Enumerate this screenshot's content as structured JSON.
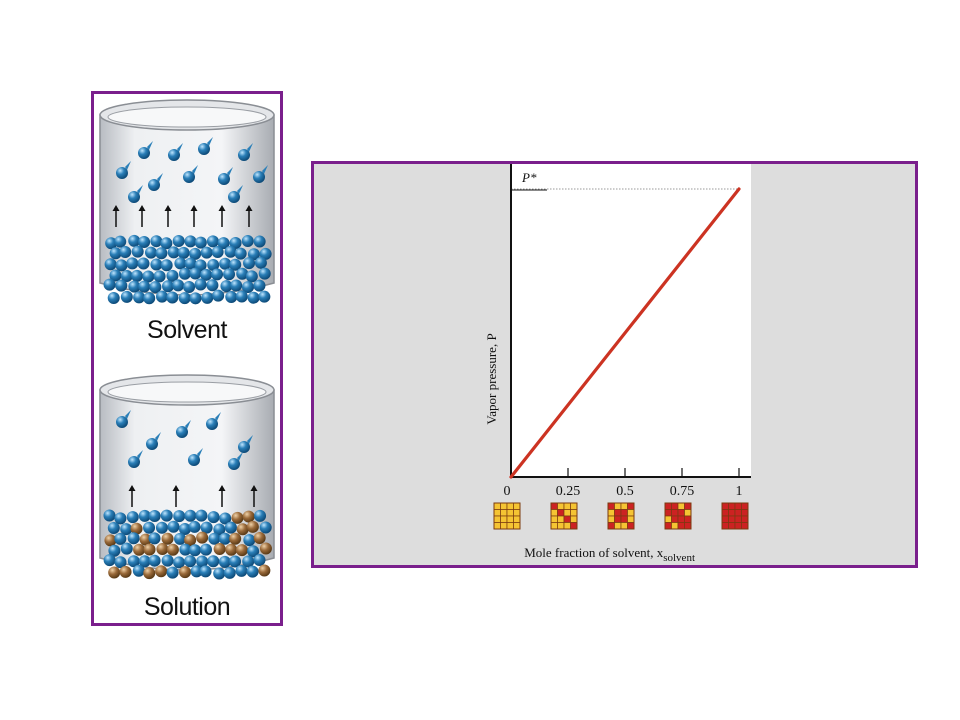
{
  "left_panel": {
    "top_label": "Solvent",
    "bottom_label": "Solution",
    "colors": {
      "solvent_particle": "#2a7fb8",
      "solute_particle": "#9a6a3a",
      "frame": "#7a1f8c"
    }
  },
  "chart_data": {
    "type": "line",
    "xlabel": "Mole fraction of solvent, x",
    "xlabel_subscript": "solvent",
    "ylabel": "Vapor pressure, P",
    "y_max_label": "P*",
    "x_ticks": [
      "0",
      "0.25",
      "0.5",
      "0.75",
      "1"
    ],
    "x_tick_values": [
      0,
      0.25,
      0.5,
      0.75,
      1
    ],
    "xlim": [
      0,
      1
    ],
    "ylim": [
      0,
      1
    ],
    "series": [
      {
        "x": [
          0,
          1
        ],
        "y": [
          0,
          1
        ],
        "color": "#cc3322"
      }
    ],
    "p_star_dotted_line": true,
    "composition_grids": [
      {
        "x": 0,
        "red_cells": 0
      },
      {
        "x": 0.25,
        "red_cells": 4
      },
      {
        "x": 0.5,
        "red_cells": 8
      },
      {
        "x": 0.75,
        "red_cells": 12
      },
      {
        "x": 1,
        "red_cells": 16
      }
    ],
    "grid_colors": {
      "solvent": "#cc2222",
      "solute": "#f5c433",
      "border": "#7a3a10"
    }
  }
}
